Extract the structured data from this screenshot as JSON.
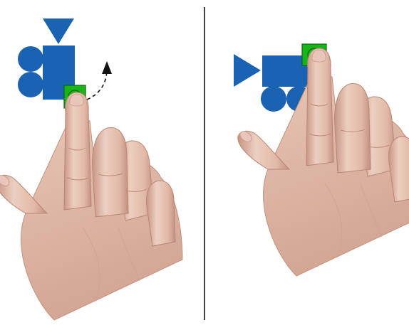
{
  "colors": {
    "shape_fill": "#1a63b3",
    "shape_stroke": "#0f4a8c",
    "handle_fill": "#19b419",
    "handle_stroke": "#0a6a0a",
    "divider": "#111111",
    "arrow": "#111111",
    "skin_light": "#eccfc0",
    "skin_mid": "#d9ad9b",
    "skin_shadow": "#b98675",
    "nail": "#e9c6ba",
    "background": "#ffffff"
  },
  "panels": [
    {
      "id": "before-rotation",
      "shape_orientation": "vertical",
      "shows_rotation_arrow": true,
      "icons": [
        "hand-pointing-icon",
        "rotate-handle-icon",
        "curved-arrow-icon"
      ]
    },
    {
      "id": "after-rotation",
      "shape_orientation": "horizontal",
      "shows_rotation_arrow": false,
      "icons": [
        "hand-pointing-icon",
        "rotate-handle-icon"
      ]
    }
  ],
  "rotation_degrees": 90
}
